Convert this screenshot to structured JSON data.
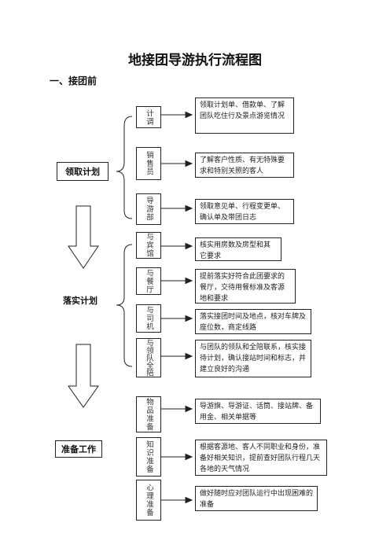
{
  "title": "地接团导游执行流程图",
  "section_heading": "一、接团前",
  "phases": [
    {
      "name": "领取计划"
    },
    {
      "name": "落实计划"
    },
    {
      "name": "准备工作"
    }
  ],
  "steps": [
    {
      "label": "计调",
      "desc": "领取计划单、借款单、了解团队吃住行及景点游览情况"
    },
    {
      "label": "销售员",
      "desc": "了解客户性质、有无特殊要求和特别关照的客人"
    },
    {
      "label": "导游部",
      "desc": "领取意见单、行程变更单、确认单及带团日志"
    },
    {
      "label": "与宾馆",
      "desc": "核实用房数及房型和其它要求"
    },
    {
      "label": "与餐厅",
      "desc": "提前落实好符合此团要求的餐厅，交待用餐标准及客源地和要求"
    },
    {
      "label": "与司机",
      "desc": "落实接团时间及地点，核对车牌及座位数，商定线路"
    },
    {
      "label": "与领队全陪",
      "desc": "与团队的领队和全陪联系，核实接待计划，确认接站时间和标志，并建立良好的沟通"
    },
    {
      "label": "物品准备",
      "desc": "导游旗、导游证、话筒、接站牌、备用金、相关单据等"
    },
    {
      "label": "知识准备",
      "desc": "根据客源地、客人不同职业和身份，准备好相关知识，提前查好团队行程几天各地的天气情况"
    },
    {
      "label": "心理准备",
      "desc": "做好随时应对团队运行中出现困难的准备"
    }
  ]
}
